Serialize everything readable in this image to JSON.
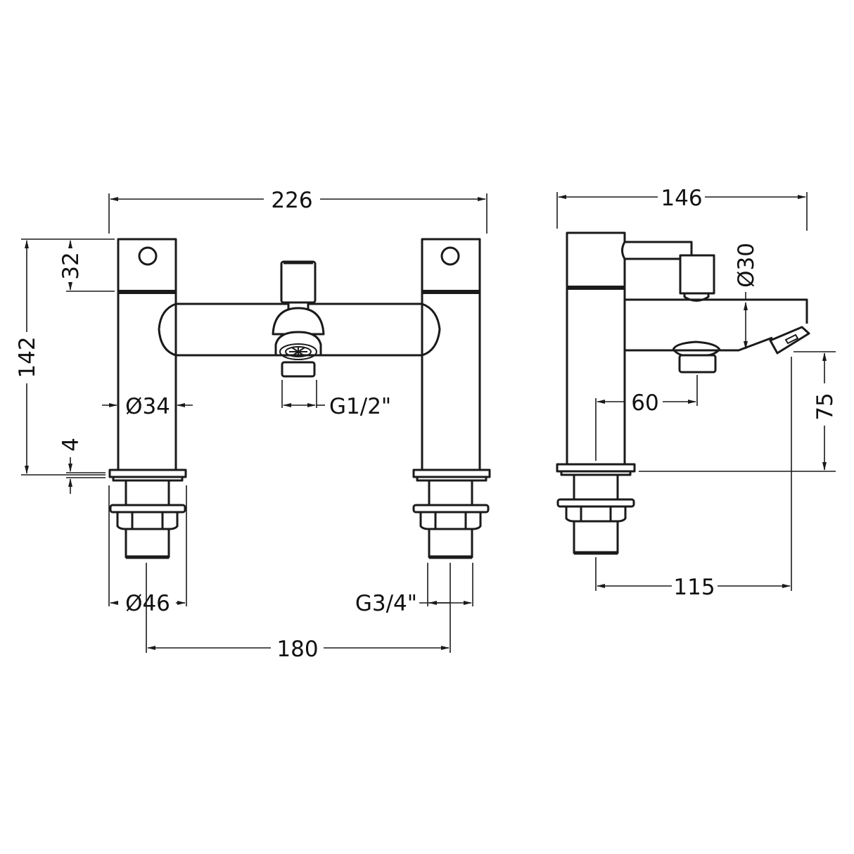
{
  "drawing": {
    "title": "Bath shower mixer dimension drawing",
    "line_color": "#1a1a1a",
    "background": "#ffffff",
    "units": "mm"
  },
  "front_view": {
    "overall_width": "226",
    "overall_height": "142",
    "handle_height": "32",
    "body_diameter": "Ø34",
    "base_thickness": "4",
    "base_diameter": "Ø46",
    "centres": "180",
    "outlet_thread": "G1/2\"",
    "inlet_thread": "G3/4\""
  },
  "side_view": {
    "overall_depth": "146",
    "spout_diameter": "Ø30",
    "outlet_offset": "60",
    "spout_height": "75",
    "spout_projection": "115"
  }
}
